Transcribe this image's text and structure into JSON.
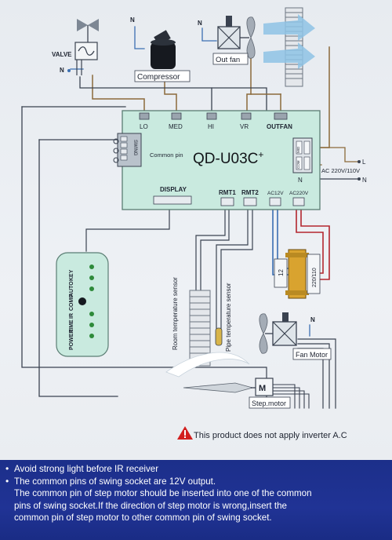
{
  "diagram": {
    "labels": {
      "valve": "VALVE",
      "n_valve": "N",
      "n_compressor": "N",
      "n_outfan": "N",
      "compressor": "Compressor",
      "out_fan": "Out fan",
      "model": "QD-U03C",
      "model_plus": "+",
      "common_pin": "Common pin",
      "swing": "SWING",
      "display": "DISPLAY",
      "rmt1": "RMT1",
      "rmt2": "RMT2",
      "ac12v": "AC12V",
      "ac220v": "AC220V",
      "ac_input": "AC 220V/110V",
      "l": "L",
      "n_main": "N",
      "n_board": "N",
      "mid": "MID",
      "com": "COM",
      "room_sensor": "Room temperature sensor",
      "pipe_sensor": "Pipe temperature sensor",
      "transformer_12": "12",
      "transformer_220": "220/110",
      "fan_motor": "Fan Motor",
      "n_fanmotor": "N",
      "step_motor": "Step.motor",
      "step_m": "M"
    },
    "terminals": [
      "LO",
      "MED",
      "HI",
      "VR",
      "OUTFAN"
    ],
    "remote_labels": [
      "KEY",
      "AUTO",
      "COMP",
      "IR",
      "TIME",
      "POWER"
    ],
    "warning": "This product does not apply inverter A.C"
  },
  "notes": {
    "line1": "Avoid strong light before IR receiver",
    "line2": "The common pins of swing socket are 12V output.",
    "line3": "The common pin of step motor should be inserted into one of the common",
    "line4": "pins of swing  socket.If the direction of step motor is wrong,insert the",
    "line5": "common pin of step motor to other  common pin of swing socket."
  },
  "colors": {
    "board": "#c9eadf",
    "wire_brown": "#8b6a3a",
    "wire_red": "#b3262e",
    "wire_blue": "#3b6fb2",
    "wire_dark": "#3a4250",
    "panel": "#1f3290",
    "warning_icon": "#d21f1f"
  }
}
